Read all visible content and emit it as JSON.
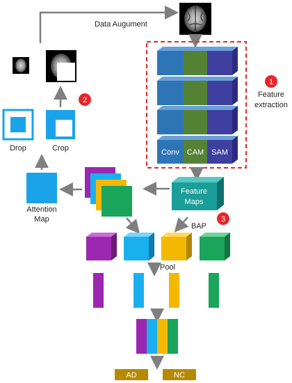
{
  "labels": {
    "data_augment": "Data Augument",
    "feature_extraction_line1": "Feature",
    "feature_extraction_line2": "extraction",
    "conv": "Conv",
    "cam": "CAM",
    "sam": "SAM",
    "feature_maps_line1": "Feature",
    "feature_maps_line2": "Maps",
    "bap": "BAP",
    "pool": "Pool",
    "drop": "Drop",
    "crop": "Crop",
    "attention_map_line1": "Attention",
    "attention_map_line2": "Map",
    "ad": "AD",
    "nc": "NC"
  },
  "badges": {
    "one": "1",
    "two": "2",
    "three": "3"
  },
  "colors": {
    "conv_blue": "#2e75b6",
    "cam_green": "#548235",
    "sam_purple": "#3f3f9f",
    "dashed_red": "#e8262b",
    "feature_maps_teal": "#1a9e9a",
    "attention_blue": "#1aa3e8",
    "magenta": "#9b27b0",
    "cyan": "#1ab0f0",
    "gold": "#f5b800",
    "green": "#1aa55a",
    "label_gold": "#b58a00",
    "arrow_gray": "#7f7f7f",
    "badge_red": "#e8262b"
  },
  "icons": [
    "brain-mri-image",
    "brain-mri-small-image",
    "brain-mri-cropped-image"
  ]
}
